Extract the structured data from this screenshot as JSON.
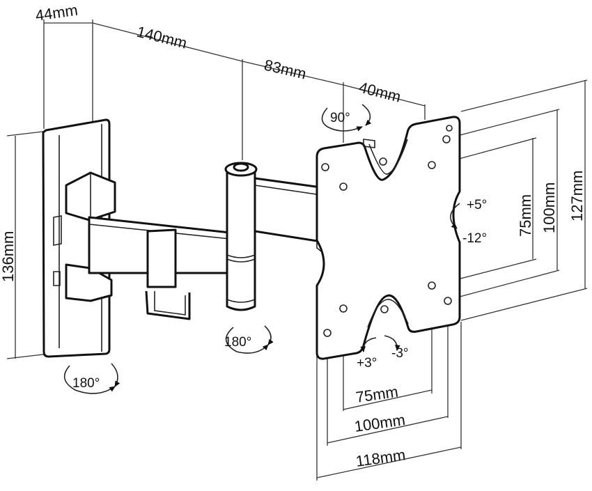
{
  "dimensions": {
    "wall_plate_depth": "44mm",
    "arm_one": "140mm",
    "arm_two": "83mm",
    "head_offset": "40mm",
    "wall_plate_height": "136mm",
    "vesa_v1": "75mm",
    "vesa_v2": "100mm",
    "plate_height": "127mm",
    "vesa_h1": "75mm",
    "vesa_h2": "100mm",
    "plate_width": "118mm"
  },
  "rotations": {
    "head_rotate": "90°",
    "tilt_up": "+5°",
    "tilt_down": "-12°",
    "swivel_elbow": "180°",
    "swivel_wall": "180°",
    "level_plus": "+3°",
    "level_minus": "-3°"
  },
  "colors": {
    "line": "#111111",
    "fill": "#ffffff"
  }
}
